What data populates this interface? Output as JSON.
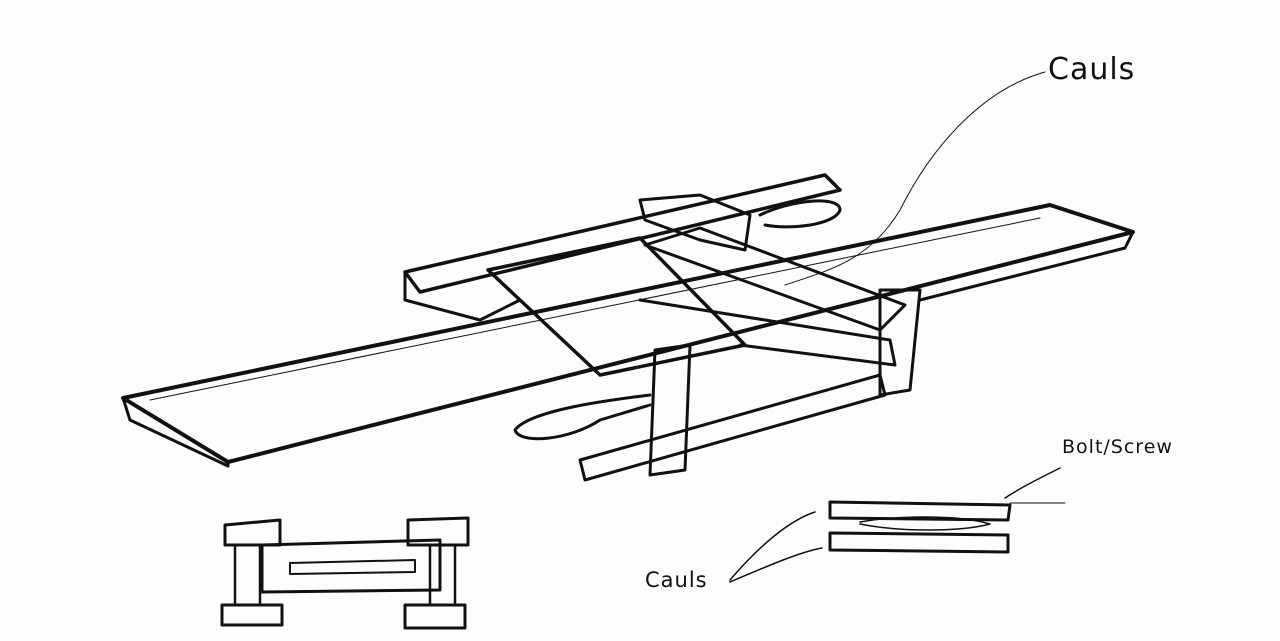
{
  "labels": {
    "cauls_top": "Cauls",
    "bolt_screw": "Bolt/Screw",
    "cauls_bottom": "Cauls"
  }
}
